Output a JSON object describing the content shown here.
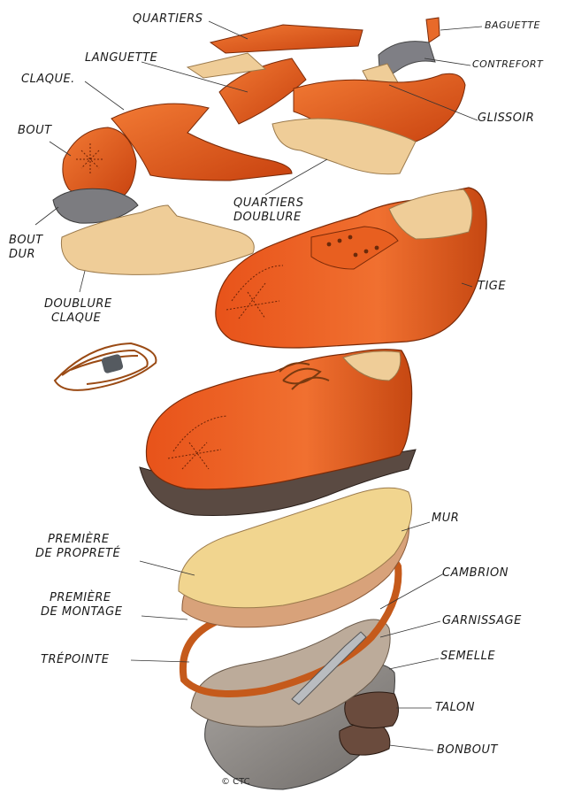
{
  "labels": {
    "quartiers": "QUARTIERS",
    "baguette": "BAGUETTE",
    "languette": "LANGUETTE",
    "contrefort": "CONTREFORT",
    "claque": "CLAQUE.",
    "glissoir": "GLISSOIR",
    "bout": "BOUT",
    "quartiers_doublure_1": "QUARTIERS",
    "quartiers_doublure_2": "DOUBLURE",
    "bout_dur_1": "BOUT",
    "bout_dur_2": "DUR",
    "tige": "TIGE",
    "doublure_claque_1": "DOUBLURE",
    "doublure_claque_2": "CLAQUE",
    "premiere_proprete_1": "PREMIÈRE",
    "premiere_proprete_2": "DE PROPRETÉ",
    "mur": "MUR",
    "cambrion": "CAMBRION",
    "premiere_montage_1": "PREMIÈRE",
    "premiere_montage_2": "DE MONTAGE",
    "garnissage": "GARNISSAGE",
    "trepointe": "TRÉPOINTE",
    "semelle": "SEMELLE",
    "talon": "TALON",
    "bonbout": "BONBOUT"
  },
  "copyright": "© CTC",
  "colors": {
    "leather": "#e2581c",
    "leather_dark": "#b43c10",
    "lining": "#efcd98",
    "insole": "#f1d58f",
    "toe_puff": "#7c7c80",
    "sole": "#8e8a86",
    "heel": "#6a4b3d",
    "welt": "#c55a1b",
    "filler": "#b9a898"
  }
}
